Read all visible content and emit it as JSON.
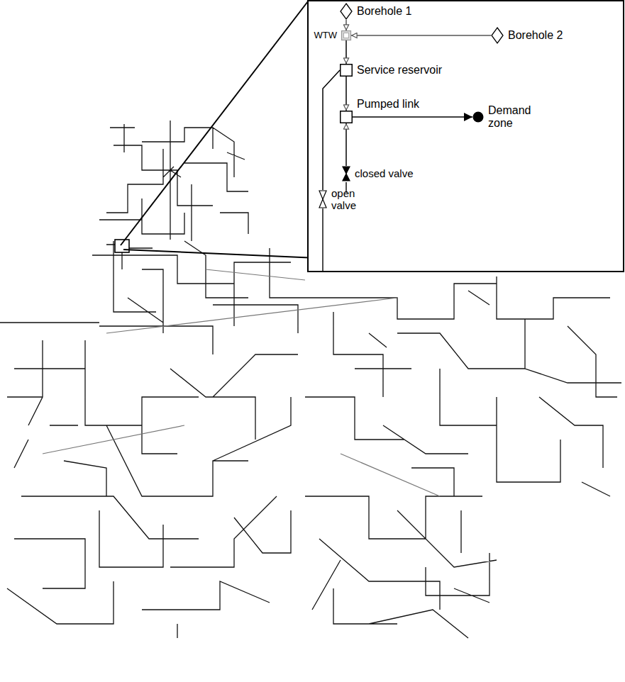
{
  "diagram": {
    "nodes": [
      {
        "text": [
          "Borehole 1"
        ]
      },
      {
        "text": [
          "WTW"
        ]
      },
      {
        "text": [
          "Borehole 2"
        ]
      },
      {
        "text": [
          "Service reservoir"
        ]
      },
      {
        "text": [
          "Pumped link"
        ]
      },
      {
        "text": [
          "Demand zone"
        ]
      },
      {
        "text": [
          "open valve"
        ]
      },
      {
        "text": [
          "closed valve"
        ]
      }
    ],
    "edges": [
      {
        "from": 0,
        "to": 1,
        "arrow": "to"
      },
      {
        "from": 2,
        "to": 1,
        "arrow": "to"
      },
      {
        "from": 1,
        "to": 3,
        "arrow": "to"
      },
      {
        "from": 3,
        "to": 4,
        "arrow": "to"
      },
      {
        "from": 4,
        "to": 5,
        "arrow": "to"
      },
      {
        "from": 3,
        "to": 6,
        "arrow": "none"
      },
      {
        "from": 7,
        "to": 4,
        "arrow": "to"
      }
    ]
  }
}
